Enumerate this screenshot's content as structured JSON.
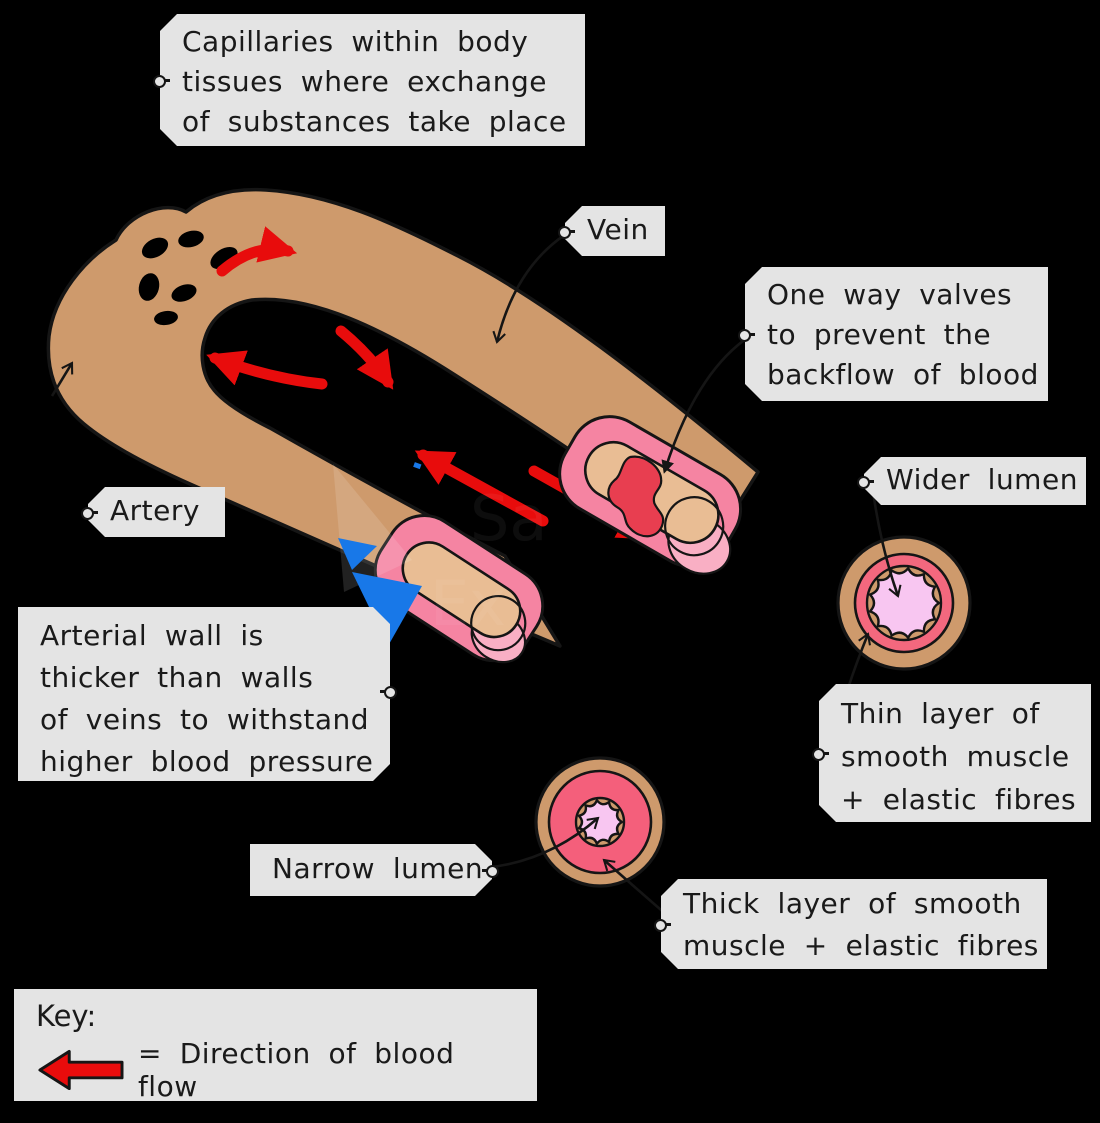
{
  "title": "Structure of arteries, veins and capillaries diagram",
  "colors": {
    "background": "#000000",
    "label_bg": "#E4E4E4",
    "text": "#1A1A1A",
    "vessel_tan": "#CE9A6C",
    "lumen_tan": "#E9BD94",
    "cut_pink": "#F584A2",
    "ring_pink_vein": "#F3687E",
    "ring_pink_artery": "#F45F7B",
    "light_pink": "#F9AFC4",
    "lumen_violet_pink": "#F8C6F1",
    "flow_arrow_red": "#E80C0C",
    "valve_red": "#E83E50",
    "watermark_blue": "#1878E8"
  },
  "labels": {
    "capillaries": {
      "line1": "Capillaries within body",
      "line2": "tissues where exchange",
      "line3": "of substances take place"
    },
    "vein": {
      "line1": "Vein"
    },
    "one_way_valves": {
      "line1": "One way valves",
      "line2": "to prevent the",
      "line3": "backflow of blood"
    },
    "artery": {
      "line1": "Artery"
    },
    "wider_lumen": {
      "line1": "Wider lumen"
    },
    "arterial_wall": {
      "line1": "Arterial wall is",
      "line2": "thicker than walls",
      "line3": "of veins to withstand",
      "line4": "higher blood pressure"
    },
    "thin_layer": {
      "line1": "Thin layer of",
      "line2": "smooth muscle",
      "line3": "+ elastic fibres"
    },
    "narrow_lumen": {
      "line1": "Narrow lumen"
    },
    "thick_layer": {
      "line1": "Thick layer of smooth",
      "line2": "muscle + elastic fibres"
    }
  },
  "key": {
    "title": "Key:",
    "legend": "= Direction of blood flow",
    "arrow_icon": "red-left-arrow"
  },
  "icons": {
    "tag_connector": "small-circle-tag-hole",
    "watermark": "blue-paper-plane-logo"
  }
}
